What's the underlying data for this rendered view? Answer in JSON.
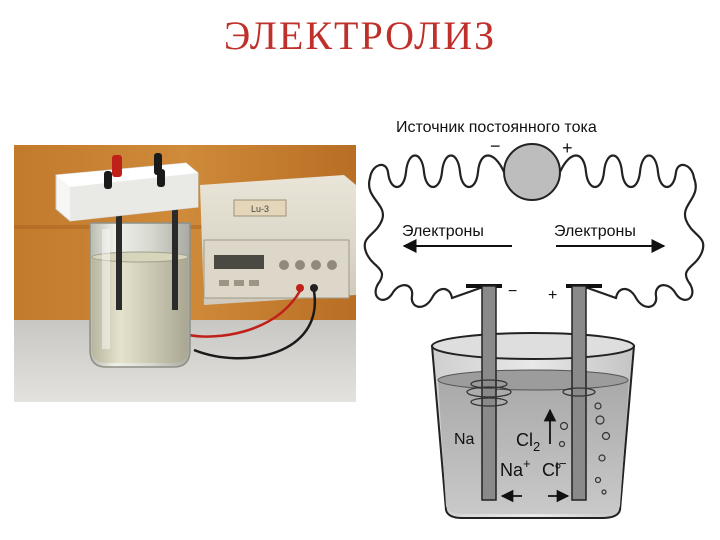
{
  "title": "ЭЛЕКТРОЛИЗ",
  "diagram": {
    "source_label": "Источник постоянного тока",
    "source_minus": "−",
    "source_plus": "+",
    "electrons_left": "Электроны",
    "electrons_right": "Электроны",
    "electrode_minus": "−",
    "electrode_plus": "+",
    "na": "Na",
    "cl2": "Cl",
    "cl2_sub": "2",
    "na_ion": "Na",
    "na_ion_charge": "+",
    "cl_ion": "Cl",
    "cl_ion_charge": "−"
  },
  "photo": {
    "panel_label": "Lu-3"
  },
  "colors": {
    "title": "#c0302a",
    "wire_red": "#c0201a",
    "electrode": "#7a7a7a",
    "solution": "#b9b9b9"
  }
}
